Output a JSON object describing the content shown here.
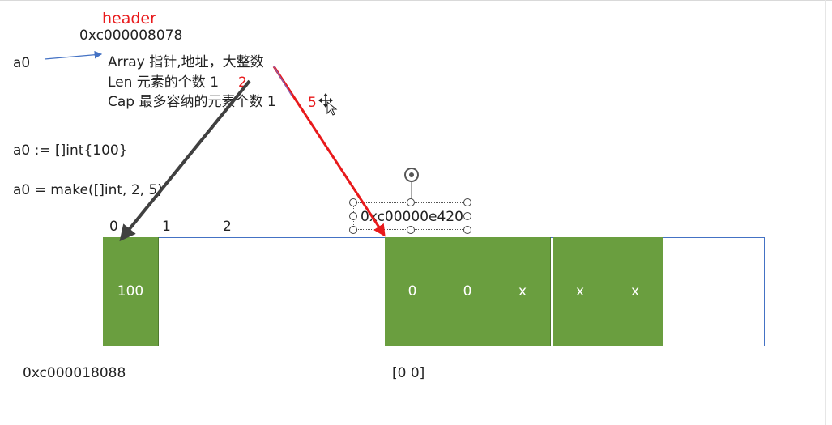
{
  "header": {
    "label": "header",
    "address": "0xc000008078",
    "fields": {
      "array": "Array 指针,地址，大整数",
      "len": "Len 元素的个数 1",
      "len_new": "2",
      "cap": "Cap 最多容纳的元素个数 1",
      "cap_new": "5"
    }
  },
  "variable": "a0",
  "code": {
    "line1": "a0 := []int{100}",
    "line2": "a0 = make([]int, 2, 5)"
  },
  "indices": [
    "0",
    "1",
    "2"
  ],
  "old_array": {
    "value": "100",
    "address": "0xc000018088"
  },
  "new_array": {
    "address": "0xc00000e420",
    "cells": [
      "0",
      "0",
      "x",
      "x",
      "x"
    ],
    "printed": "[0 0]"
  },
  "colors": {
    "cell_fill": "#6a9e3f",
    "outline": "#4472c4",
    "red_accent": "#e8191b",
    "dark_arrow": "#404040"
  }
}
